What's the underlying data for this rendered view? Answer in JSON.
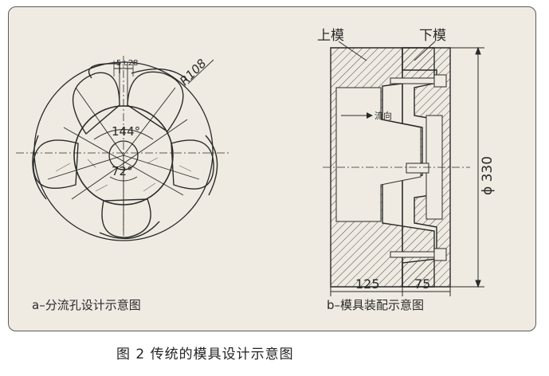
{
  "figure": {
    "caption": "图 2    传统的模具设计示意图",
    "panel_a": {
      "caption": "a–分流孔设计示意图",
      "labels": {
        "radius": "R108",
        "top_dim": "5±28",
        "angle_outer": "144°",
        "angle_inner": "72°"
      }
    },
    "panel_b": {
      "caption": "b–模具装配示意图",
      "labels": {
        "upper_die": "上模",
        "lower_die": "下模",
        "flow": "流向",
        "diameter": "ϕ 330",
        "dim_left": "125",
        "dim_right": "75"
      }
    }
  },
  "colors": {
    "background": "#f0ebe2",
    "line": "#2a2a2a",
    "border": "#5a5a5a"
  }
}
